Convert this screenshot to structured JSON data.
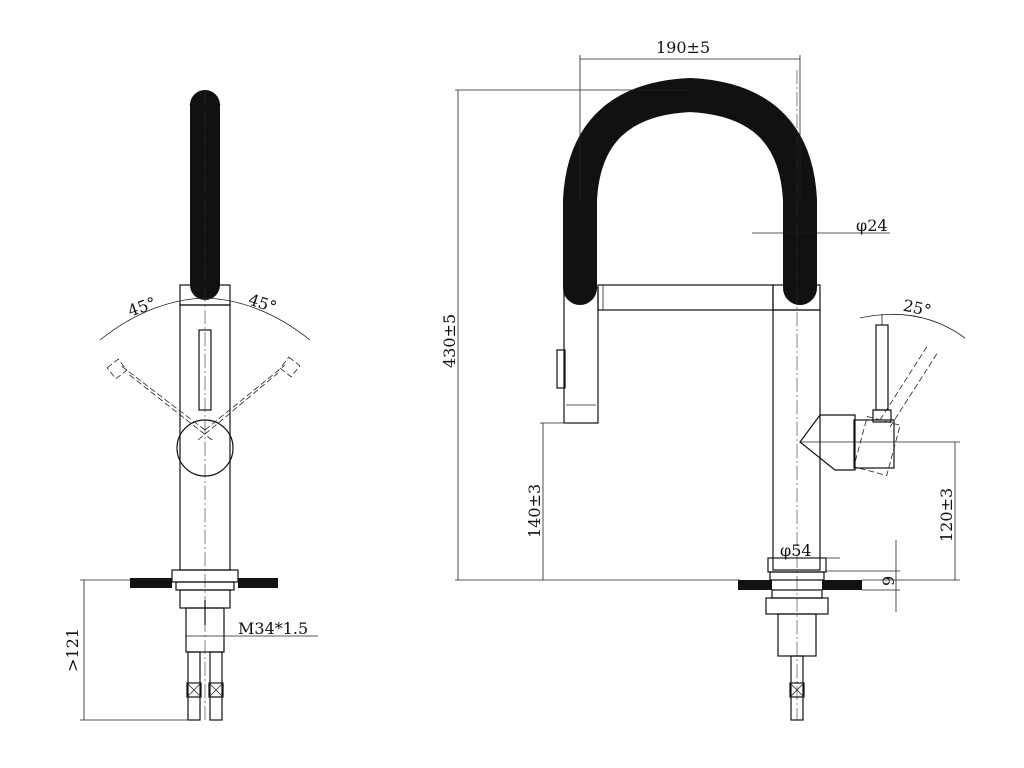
{
  "dimensions": {
    "width_top": "190±5",
    "height_total": "430±5",
    "spout_height": "140±3",
    "handle_height": "120±3",
    "hose_diameter": "φ24",
    "base_diameter": "φ54",
    "counter_thickness": "9",
    "thread": "M34*1.5",
    "under_counter": ">121",
    "angle_left": "45°",
    "angle_right": "45°",
    "angle_lever": "25°"
  }
}
